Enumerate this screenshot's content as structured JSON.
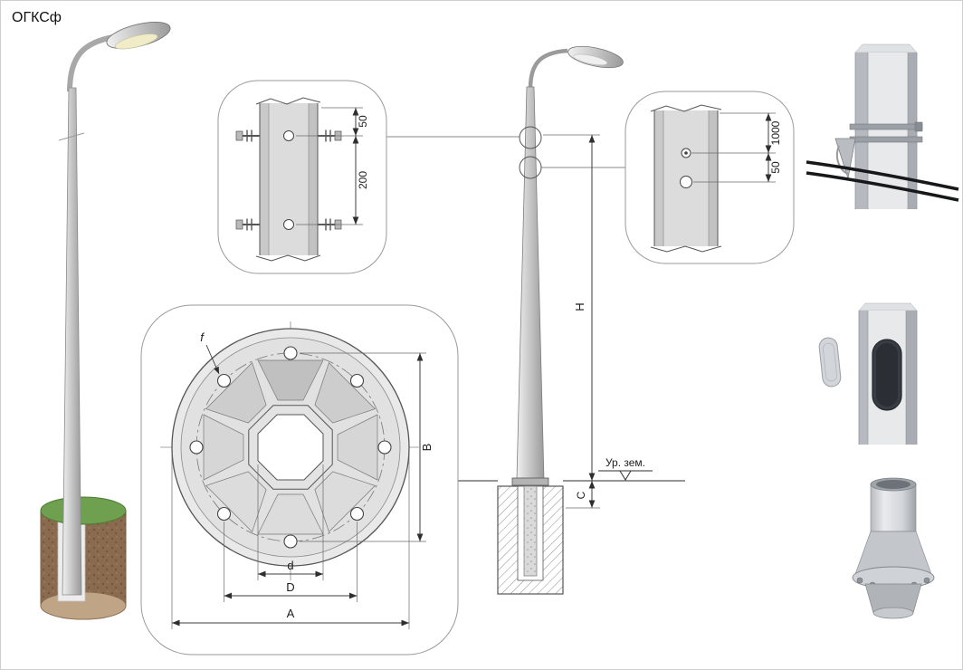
{
  "page": {
    "title": "ОГКСф"
  },
  "colors": {
    "drawing_line": "#555555",
    "dimension_text": "#1c1c1c",
    "callout_border": "#9a9a9a",
    "metal_light": "#e6e6e6",
    "metal_dark": "#9a9a9a",
    "grass": "#6fa050",
    "soil": "#8a6b4f",
    "cable": "#17181a"
  },
  "callouts": {
    "bracket_mount_detail": {
      "dim_top_offset": "50",
      "dim_bolt_spacing": "200"
    },
    "grounding_detail": {
      "dim_height": "1000",
      "dim_offset": "50"
    },
    "flange_plan": {
      "hole_dia_label": "f",
      "across_flats_label": "d",
      "bolt_circle_label": "D",
      "outer_dia_label": "A",
      "bolt_span_label": "B"
    }
  },
  "elevation": {
    "height_label": "H",
    "embed_label": "C",
    "ground_level_label": "Ур. зем."
  }
}
